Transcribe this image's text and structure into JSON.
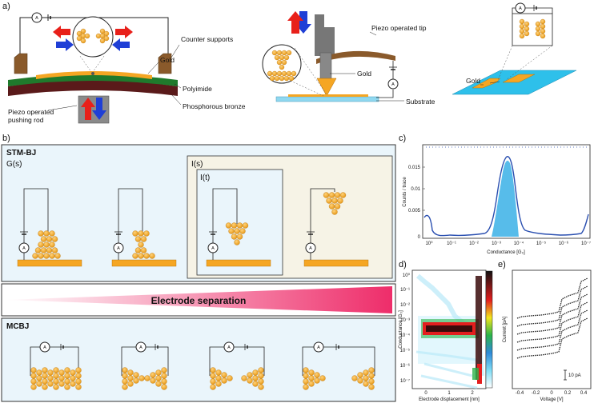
{
  "panel_a": {
    "label": "a)",
    "mcbj_setup": {
      "counter_supports": "Counter supports",
      "gold": "Gold",
      "polyimide": "Polyimide",
      "phosphorous_bronze": "Phosphorous bronze",
      "pushing_rod_line1": "Piezo operated",
      "pushing_rod_line2": "pushing rod",
      "ammeter": "A"
    },
    "stm_setup": {
      "piezo_tip": "Piezo operated tip",
      "gold": "Gold",
      "substrate": "Substrate",
      "ammeter": "A"
    },
    "planar_setup": {
      "gold": "Gold",
      "ammeter": "A"
    }
  },
  "panel_b": {
    "label": "b)",
    "stm_bj": "STM-BJ",
    "g_s": "G(s)",
    "i_s": "I(s)",
    "i_t": "I(t)",
    "electrode_separation": "Electrode separation",
    "mcbj": "MCBJ",
    "ammeter": "A"
  },
  "panel_c": {
    "label": "c)",
    "xlabel": "Conductance [G₀]",
    "ylabel": "Counts / trace",
    "y_ticks": [
      "0",
      "0.005",
      "0.01",
      "0.015"
    ],
    "x_ticks": [
      "10⁰",
      "10⁻¹",
      "10⁻²",
      "10⁻³",
      "10⁻⁴",
      "10⁻⁵",
      "10⁻⁶",
      "10⁻⁷"
    ]
  },
  "panel_d": {
    "label": "d)",
    "xlabel": "Electrode displacement [nm]",
    "ylabel": "Conductance [G₀]",
    "y_ticks": [
      "10⁰",
      "10⁻¹",
      "10⁻²",
      "10⁻³",
      "10⁻⁴",
      "10⁻⁵",
      "10⁻⁶",
      "10⁻⁷"
    ],
    "x_ticks": [
      "0",
      "1",
      "2"
    ]
  },
  "panel_e": {
    "label": "e)",
    "xlabel": "Voltage [V]",
    "ylabel": "Current [pA]",
    "x_ticks": [
      "-0.4",
      "-0.2",
      "0",
      "0.2",
      "0.4"
    ],
    "scale_bar": "10 pA"
  },
  "colors": {
    "gold": "#f5a623",
    "panel_bg": "#eaf5fb",
    "arrow_red": "#e8201a",
    "arrow_blue": "#1f3fd6",
    "histogram": "#2a4fb0",
    "fill": "#3ab0e6",
    "wedge": "#ee2d6a"
  }
}
